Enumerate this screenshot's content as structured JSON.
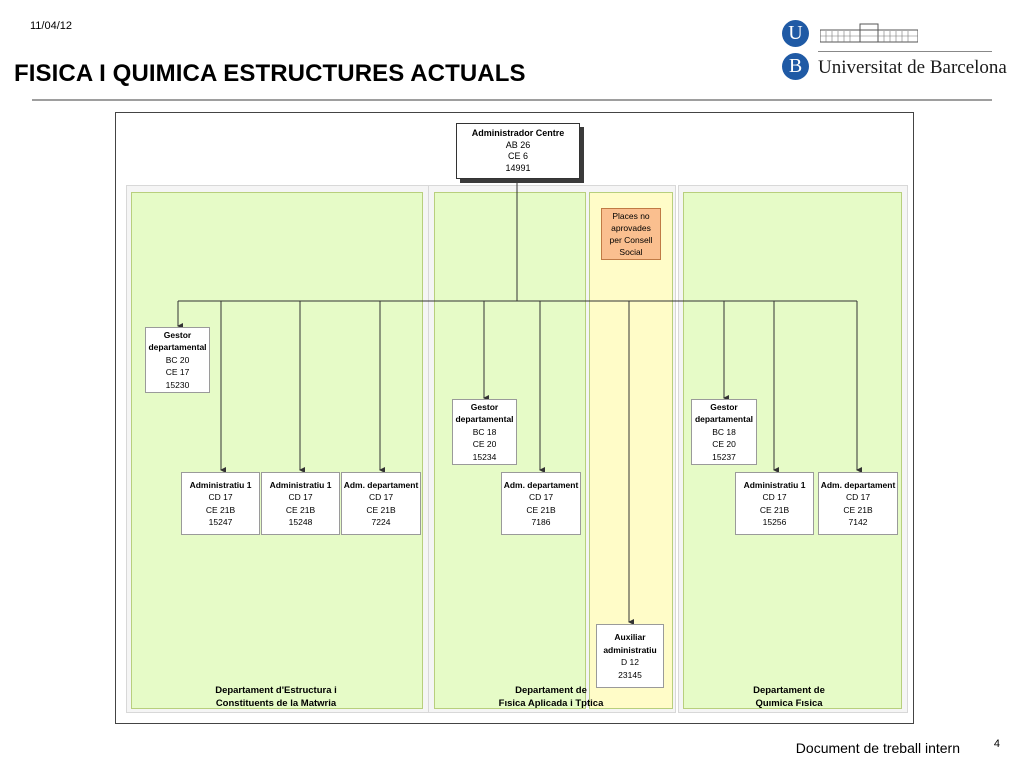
{
  "header": {
    "date": "11/04/12",
    "title": "FISICA I QUIMICA ESTRUCTURES ACTUALS"
  },
  "logo": {
    "letter_u": "U",
    "letter_b": "B",
    "name": "Universitat de Barcelona",
    "brand_color": "#1f5aa5"
  },
  "org": {
    "top": {
      "role": "Administrador Centre",
      "l1": "AB 26",
      "l2": "CE 6",
      "l3": "14991"
    },
    "note": {
      "text1": "Places no",
      "text2": "aprovades",
      "text3": "per Consell",
      "text4": "Social"
    },
    "boxes": [
      {
        "role1": "Gestor",
        "role2": "departamental",
        "l1": "BC 20",
        "l2": "CE 17",
        "l3": "15230"
      },
      {
        "role1": "Administratiu 1",
        "l1": "CD 17",
        "l2": "CE 21B",
        "l3": "15247"
      },
      {
        "role1": "Administratiu 1",
        "l1": "CD 17",
        "l2": "CE 21B",
        "l3": "15248"
      },
      {
        "role1": "Adm. departament",
        "l1": "CD 17",
        "l2": "CE 21B",
        "l3": "7224"
      },
      {
        "role1": "Gestor",
        "role2": "departamental",
        "l1": "BC 18",
        "l2": "CE 20",
        "l3": "15234"
      },
      {
        "role1": "Adm. departament",
        "l1": "CD 17",
        "l2": "CE 21B",
        "l3": "7186"
      },
      {
        "role1": "Auxiliar",
        "role2": "administratiu",
        "l1": "D 12",
        "l2": "23145"
      },
      {
        "role1": "Gestor",
        "role2": "departamental",
        "l1": "BC 18",
        "l2": "CE 20",
        "l3": "15237"
      },
      {
        "role1": "Administratiu 1",
        "l1": "CD 17",
        "l2": "CE 21B",
        "l3": "15256"
      },
      {
        "role1": "Adm. departament",
        "l1": "CD 17",
        "l2": "CE 21B",
        "l3": "7142"
      }
    ],
    "departments": [
      {
        "line1": "Departament d'Estructura i",
        "line2": "Constituents de la Matwria"
      },
      {
        "line1": "Departament de",
        "line2": "Fısica Aplicada i Tptica"
      },
      {
        "line1": "Departament de",
        "line2": "Quımica Fısica"
      }
    ]
  },
  "footer": {
    "note": "Document de treball intern",
    "page": "4"
  }
}
